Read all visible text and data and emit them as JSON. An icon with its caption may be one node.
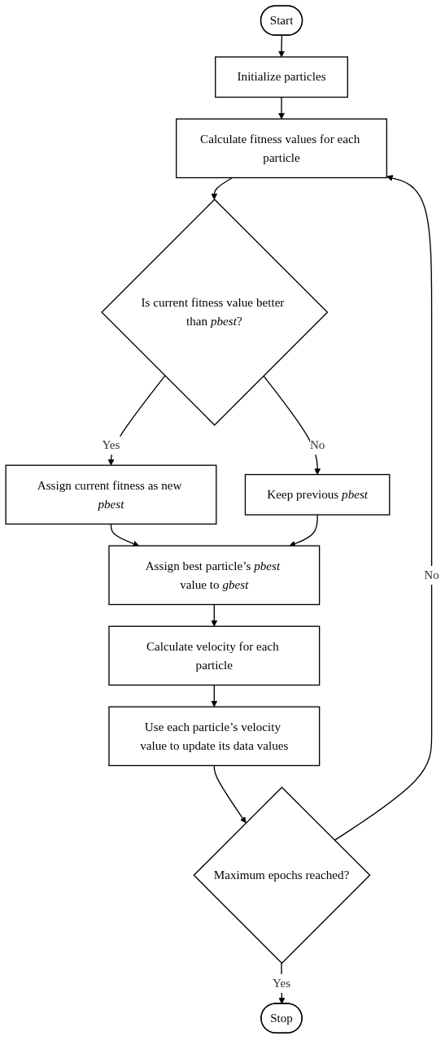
{
  "diagram": {
    "nodes": [
      {
        "text": [
          "Start"
        ]
      },
      {
        "text": [
          "Initialize particles"
        ]
      },
      {
        "text": [
          "Calculate fitness values for each particle"
        ]
      },
      {
        "text": [
          "Is current fitness value better than *pbest*?"
        ]
      },
      {
        "text": [
          "Assign current fitness as new *pbest*"
        ]
      },
      {
        "text": [
          "Keep previous *pbest*"
        ]
      },
      {
        "text": [
          "Assign best particle’s *pbest* value to *gbest*"
        ]
      },
      {
        "text": [
          "Calculate velocity for each particle"
        ]
      },
      {
        "text": [
          "Use each particle’s velocity value to update its data values"
        ]
      },
      {
        "text": [
          "Maximum epochs reached?"
        ]
      },
      {
        "text": [
          "Stop"
        ]
      }
    ],
    "edges": [
      {
        "from": 0,
        "to": 1,
        "arrow": "to"
      },
      {
        "from": 1,
        "to": 2,
        "arrow": "to"
      },
      {
        "from": 2,
        "to": 3,
        "arrow": "to"
      },
      {
        "from": 3,
        "to": 4,
        "arrow": "to",
        "label": "Yes"
      },
      {
        "from": 3,
        "to": 5,
        "arrow": "to",
        "label": "No"
      },
      {
        "from": 4,
        "to": 6,
        "arrow": "to"
      },
      {
        "from": 5,
        "to": 6,
        "arrow": "to"
      },
      {
        "from": 6,
        "to": 7,
        "arrow": "to"
      },
      {
        "from": 7,
        "to": 8,
        "arrow": "to"
      },
      {
        "from": 8,
        "to": 9,
        "arrow": "to"
      },
      {
        "from": 9,
        "to": 2,
        "arrow": "to",
        "label": "No"
      },
      {
        "from": 9,
        "to": 10,
        "arrow": "to",
        "label": "Yes"
      }
    ]
  }
}
